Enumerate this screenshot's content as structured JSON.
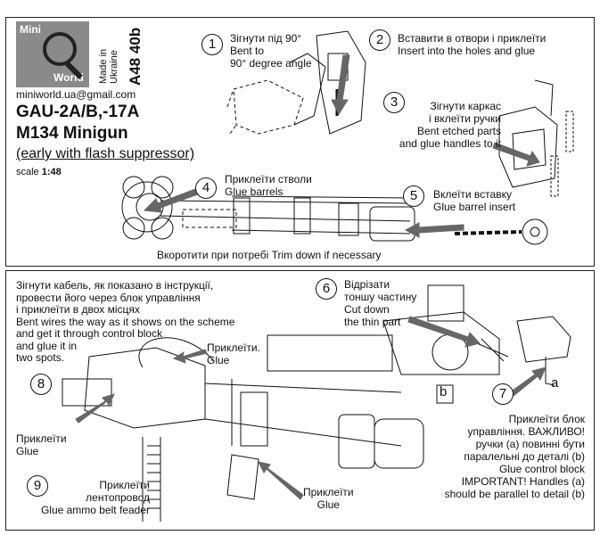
{
  "brand": {
    "logo_line1": "Mini",
    "logo_line2": "World",
    "made_in": "Made in\nUkraine",
    "code": "A48 40b",
    "email": "miniworld.ua@gmail.com"
  },
  "title": {
    "line1": "GAU-2A/B,-17A",
    "line2": "M134 Minigun",
    "line3": "(early with flash suppressor)",
    "scale_label": "scale",
    "scale_value": "1:48"
  },
  "steps": [
    {
      "num": "1",
      "text": "Зігнути під 90°\nBent to\n90° degree angle"
    },
    {
      "num": "2",
      "text": "Вставити в отвори і приклеїти\nInsert into the holes and glue"
    },
    {
      "num": "3",
      "text": "Зігнути каркас\nі вклеїти ручки\nBent etched parts\nand glue handles to it"
    },
    {
      "num": "4",
      "text": "Приклеїти стволи\nGlue barrels"
    },
    {
      "num": "5",
      "text": "Вклеїти вставку\nGlue barrel insert"
    },
    {
      "num": "6",
      "text": "Відрізати\nтоншу частину\nCut down\nthe thin part"
    },
    {
      "num": "7",
      "text": "Приклеїти блок\nуправління. ВАЖЛИВО!\nручки (a) повинні бути\nпаралельні до деталі (b)\nGlue control block\nIMPORTANT! Handles (a)\nshould be parallel to detail (b)"
    },
    {
      "num": "8",
      "text": "Приклеїти\nGlue"
    },
    {
      "num": "9",
      "text": "Приклеїти\nлентопровод\nGlue ammo belt feader"
    }
  ],
  "notes": {
    "trim": "Вкоротити при потребі Trim down if necessary",
    "wires": "Зігнути кабель, як показано в інструкції,\nпровести його через блок управління\nі приклеїти в двох місцях\nBent wires the way as it shows on the scheme\nand get it through control block\nand glue it in\ntwo spots.",
    "glue_top": "Приклеїти.\nGlue",
    "glue_bottom": "Приклеїти\nGlue",
    "label_a": "a",
    "label_b": "b"
  }
}
